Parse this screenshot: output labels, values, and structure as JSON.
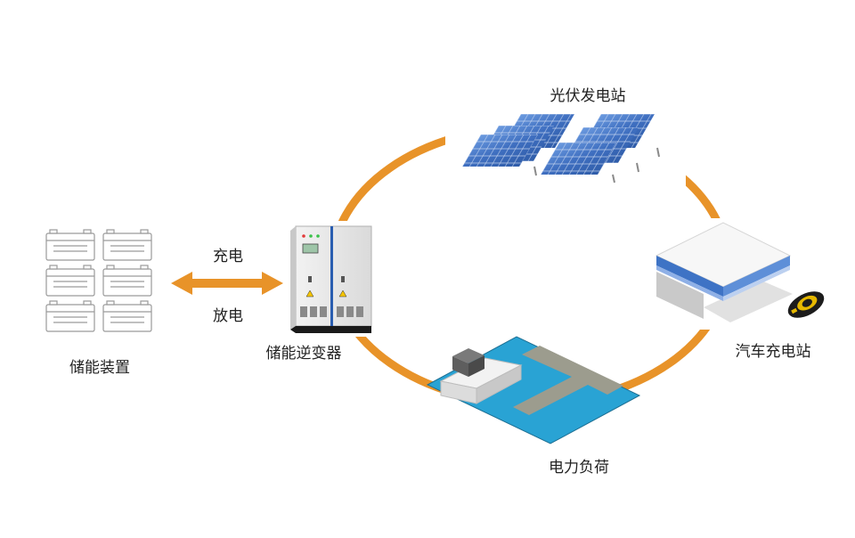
{
  "labels": {
    "solar": "光伏发电站",
    "ev_station": "汽车充电站",
    "load": "电力负荷",
    "inverter": "储能逆变器",
    "storage": "储能装置",
    "charge": "充电",
    "discharge": "放电"
  },
  "colors": {
    "ring": "#E89329",
    "arrow": "#E89329",
    "solar_panel": "#4E7FC9",
    "load_base": "#29A3D4",
    "load_path": "#9C9C8E",
    "station_stripe": "#3E73C5"
  }
}
